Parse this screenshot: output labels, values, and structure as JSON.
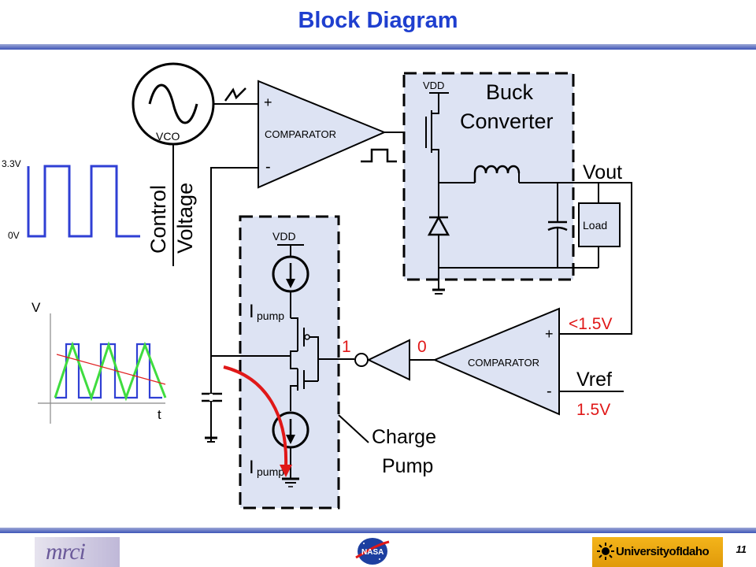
{
  "slide": {
    "title": "Block Diagram",
    "number": "11"
  },
  "waveform": {
    "high_label": "3.3V",
    "low_label": "0V",
    "v_axis_label": "V",
    "t_axis_label": "t"
  },
  "vco": {
    "label": "VCO",
    "control_label_line1": "Control",
    "control_label_line2": "Voltage"
  },
  "comparator_top": {
    "label": "COMPARATOR",
    "plus": "+",
    "minus": "-"
  },
  "buck": {
    "title_line1": "Buck",
    "title_line2": "Converter",
    "vdd": "VDD",
    "load": "Load",
    "vout": "Vout"
  },
  "charge_pump": {
    "vdd": "VDD",
    "ipump_top_main": "I",
    "ipump_top_sub": "pump",
    "ipump_bot_main": "I",
    "ipump_bot_sub": "pump",
    "title_line1": "Charge",
    "title_line2": "Pump"
  },
  "comparator_bottom": {
    "label": "COMPARATOR",
    "plus": "+",
    "minus": "-",
    "input_label": "<1.5V",
    "output_label": "0",
    "inverter_output_label": "1",
    "vref_label": "Vref",
    "vref_value": "1.5V"
  },
  "colors": {
    "title": "#1f3fcf",
    "wire": "#000000",
    "square_wave": "#2f3fd4",
    "triangle_wave": "#3fdc3f",
    "trend_line": "#e02020",
    "red_text": "#e01818",
    "dashed_box_fill": "#dde3f3"
  },
  "logos": {
    "left_text": "mrci",
    "right_text": "UniversityofIdaho"
  }
}
